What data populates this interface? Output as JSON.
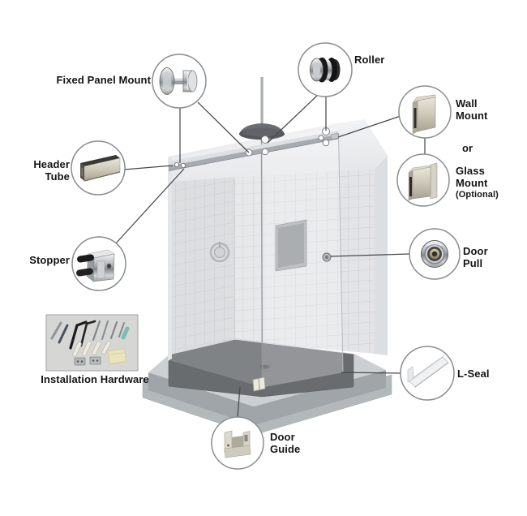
{
  "labels": {
    "fixed_panel_mount": "Fixed Panel Mount",
    "roller": "Roller",
    "wall_mount": "Wall\nMount",
    "or": "or",
    "glass_mount": "Glass\nMount",
    "glass_mount_optional": "(Optional)",
    "header_tube": "Header\nTube",
    "stopper": "Stopper",
    "door_pull": "Door\nPull",
    "l_seal": "L-Seal",
    "door_guide": "Door\nGuide",
    "installation_hardware": "Installation Hardware"
  },
  "icons": {
    "fixed_panel_mount": "fixed-panel-mount-icon",
    "roller": "roller-icon",
    "wall_mount": "wall-mount-icon",
    "glass_mount": "glass-mount-icon",
    "header_tube": "header-tube-icon",
    "stopper": "stopper-icon",
    "door_pull": "door-pull-icon",
    "l_seal": "l-seal-icon",
    "door_guide": "door-guide-icon",
    "installation_hardware": "installation-hardware-photo"
  },
  "colors": {
    "background": "#ffffff",
    "text": "#141414",
    "callout_line": "#46494c",
    "callout_circle_stroke": "#898d90",
    "tile_wall_light": "#e2e4e6",
    "tile_wall_shadow": "#d6d8da",
    "tile_grout": "#c8cbce",
    "glass_band": "#eceef0",
    "header_bar": "#a6abaf",
    "shower_pan": "#686c6f",
    "base_curb": "#ccd0d3",
    "metal_chrome": "#b9bcbf",
    "metal_champagne": "#cdc8b8",
    "roller_black": "#161616",
    "photo_bg": "#d6d6d4"
  }
}
